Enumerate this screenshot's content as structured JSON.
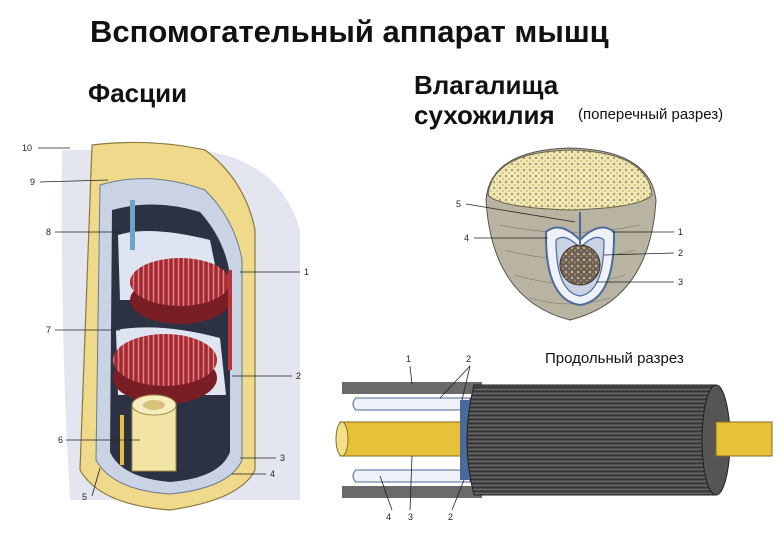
{
  "title": "Вспомогательный аппарат мышц",
  "fascia": {
    "heading": "Фасции",
    "labels": [
      "10",
      "9",
      "8",
      "7",
      "6",
      "5",
      "1",
      "2",
      "3",
      "4"
    ]
  },
  "tendon_sheath": {
    "heading_line1": "Влагалища",
    "heading_line2": "сухожилия",
    "cross_section_note": "(поперечный разрез)",
    "cross_labels": [
      "5",
      "4",
      "1",
      "2",
      "3"
    ],
    "longitudinal_note": "Продольный разрез",
    "long_labels": [
      "1",
      "2",
      "4",
      "3",
      "2"
    ]
  },
  "colors": {
    "muscle": "#b8323a",
    "tendon": "#e6c23a",
    "bone": "#f1e4a4",
    "fascia": "#c9d3e3",
    "sheath_dark": "#3a3a3a"
  }
}
